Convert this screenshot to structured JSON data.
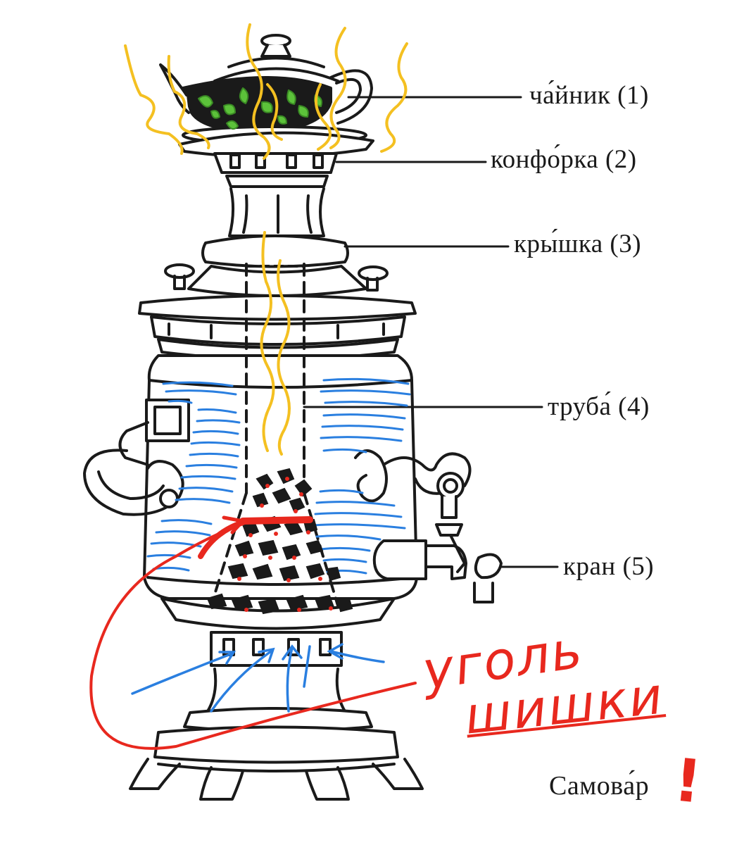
{
  "labels": {
    "teapot": "ча́йник (1)",
    "burner": "конфо́рка (2)",
    "lid": "кры́шка (3)",
    "pipe": "труба́ (4)",
    "tap": "кран (5)"
  },
  "caption": "Самова́р",
  "handwriting": {
    "line1": "уголь",
    "line2": "шишки",
    "exclamation": "!"
  },
  "colors": {
    "outline": "#1a1a1a",
    "steam": "#f4c021",
    "leaves": "#5cc23a",
    "water": "#2a7fe0",
    "fire": "#e8281e",
    "air": "#2a7fe0"
  }
}
